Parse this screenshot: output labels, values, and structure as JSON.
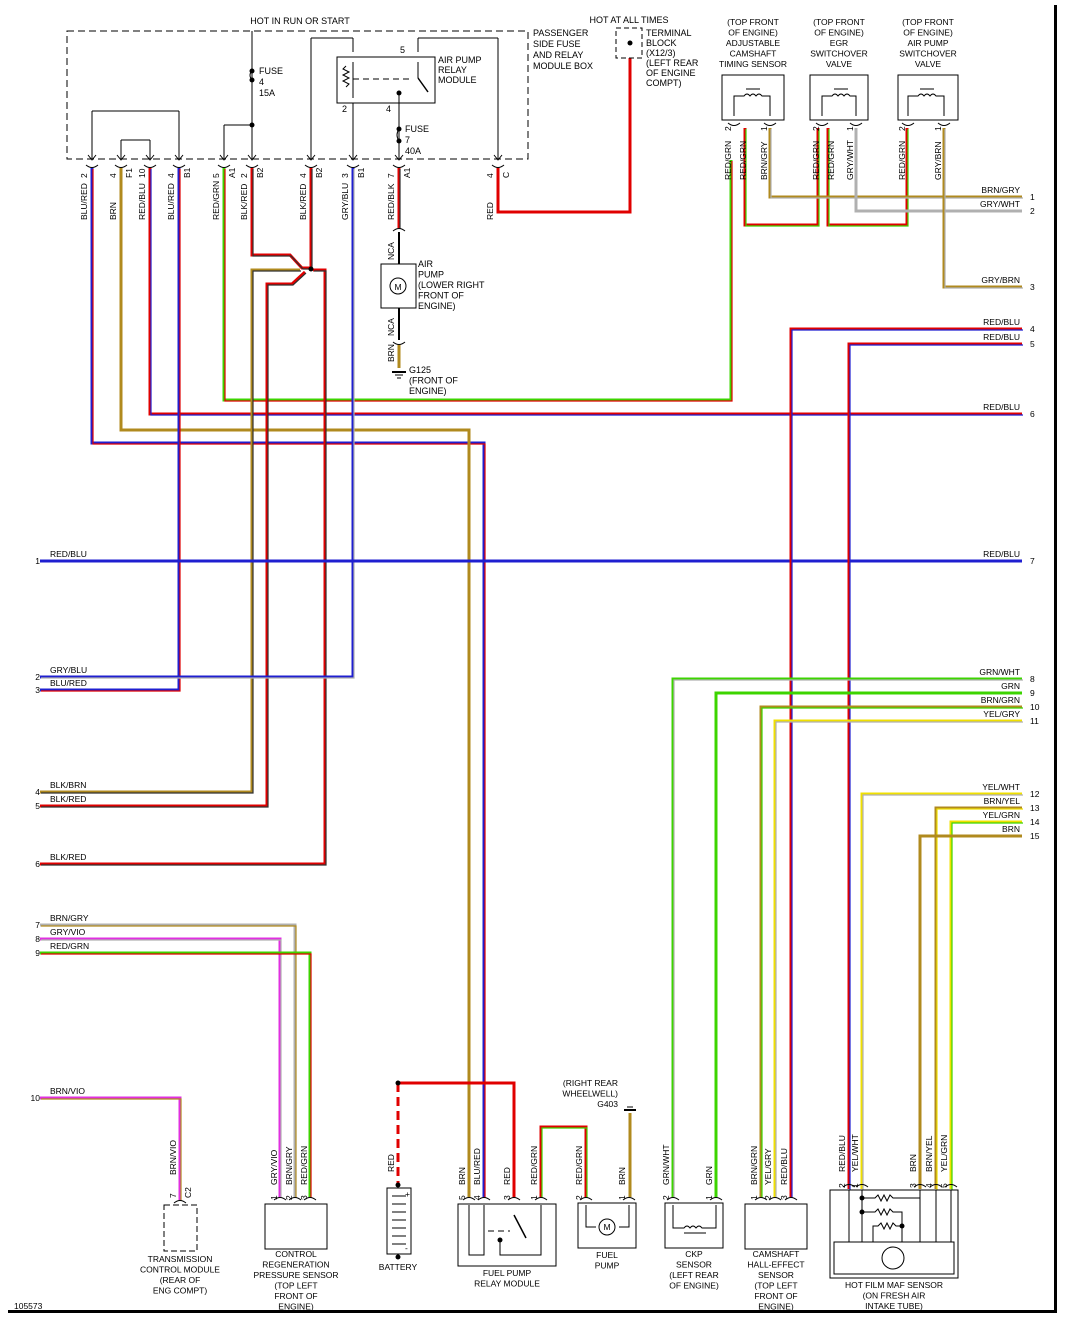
{
  "diagram_id": "105573",
  "colors": {
    "red": "#e00000",
    "blue": "#1f1fd0",
    "green": "#3cd400",
    "brown": "#b08a1e",
    "gray": "#b0b0b0",
    "violet": "#e030e0",
    "yellow": "#f0e000",
    "black": "#303030"
  },
  "top": {
    "hot_run_start": "HOT IN RUN OR START",
    "hot_all_times": "HOT AT ALL TIMES",
    "fuse_box": [
      "PASSENGER",
      "SIDE FUSE",
      "AND RELAY",
      "MODULE BOX"
    ],
    "terminal_block": [
      "TERMINAL",
      "BLOCK",
      "(X12/3)",
      "(LEFT REAR",
      "OF ENGINE",
      "COMPT)"
    ],
    "fuse4": [
      "FUSE",
      "4",
      "15A"
    ],
    "fuse7": [
      "FUSE",
      "7",
      "40A"
    ],
    "air_pump_relay": [
      "AIR PUMP",
      "RELAY",
      "MODULE"
    ],
    "relay_pin_5": "5",
    "relay_pin_2": "2",
    "relay_pin_4": "4",
    "air_pump": [
      "AIR",
      "PUMP",
      "(LOWER RIGHT",
      "FRONT OF",
      "ENGINE)"
    ],
    "motor_symbol": "M",
    "nca": "NCA",
    "brn": "BRN",
    "ground_g125": [
      "G125",
      "(FRONT OF",
      "ENGINE)"
    ]
  },
  "fuse_box_connectors": [
    {
      "pin": "2",
      "conn": "",
      "wire": "BLU/RED"
    },
    {
      "pin": "4",
      "conn": "F1",
      "wire": "BRN"
    },
    {
      "pin": "10",
      "conn": "",
      "wire": "RED/BLU"
    },
    {
      "pin": "4",
      "conn": "B1",
      "wire": "BLU/RED"
    },
    {
      "pin": "5",
      "conn": "A1",
      "wire": "RED/GRN"
    },
    {
      "pin": "2",
      "conn": "B2",
      "wire": "BLK/RED"
    },
    {
      "pin": "4",
      "conn": "B2",
      "wire": "BLK/RED"
    },
    {
      "pin": "3",
      "conn": "B1",
      "wire": "GRY/BLU"
    },
    {
      "pin": "7",
      "conn": "A1",
      "wire": "RED/BLK"
    },
    {
      "pin": "4",
      "conn": "C",
      "wire": "RED"
    }
  ],
  "top_components": [
    {
      "name": [
        "(TOP FRONT",
        "OF ENGINE)",
        "ADJUSTABLE",
        "CAMSHAFT",
        "TIMING SENSOR"
      ],
      "pins": [
        {
          "pin": "2",
          "wires": [
            "RED/GRN",
            "RED/GRN"
          ]
        },
        {
          "pin": "1",
          "wires": [
            "BRN/GRY"
          ]
        }
      ]
    },
    {
      "name": [
        "(TOP FRONT",
        "OF ENGINE)",
        "EGR",
        "SWITCHOVER",
        "VALVE"
      ],
      "pins": [
        {
          "pin": "2",
          "wires": [
            "RED/GRN",
            "RED/GRN"
          ]
        },
        {
          "pin": "1",
          "wires": [
            "GRY/WHT"
          ]
        }
      ]
    },
    {
      "name": [
        "(TOP FRONT",
        "OF ENGINE)",
        "AIR PUMP",
        "SWITCHOVER",
        "VALVE"
      ],
      "pins": [
        {
          "pin": "2",
          "wires": [
            "RED/GRN"
          ]
        },
        {
          "pin": "1",
          "wires": [
            "GRY/BRN"
          ]
        }
      ]
    }
  ],
  "right_refs": [
    {
      "num": "1",
      "wire": "BRN/GRY"
    },
    {
      "num": "2",
      "wire": "GRY/WHT"
    },
    {
      "num": "3",
      "wire": "GRY/BRN"
    },
    {
      "num": "4",
      "wire": "RED/BLU"
    },
    {
      "num": "5",
      "wire": "RED/BLU"
    },
    {
      "num": "6",
      "wire": "RED/BLU"
    },
    {
      "num": "7",
      "wire": "RED/BLU"
    },
    {
      "num": "8",
      "wire": "GRN/WHT"
    },
    {
      "num": "9",
      "wire": "GRN"
    },
    {
      "num": "10",
      "wire": "BRN/GRN"
    },
    {
      "num": "11",
      "wire": "YEL/GRY"
    },
    {
      "num": "12",
      "wire": "YEL/WHT"
    },
    {
      "num": "13",
      "wire": "BRN/YEL"
    },
    {
      "num": "14",
      "wire": "YEL/GRN"
    },
    {
      "num": "15",
      "wire": "BRN"
    }
  ],
  "left_refs": [
    {
      "num": "1",
      "wire": "RED/BLU"
    },
    {
      "num": "2",
      "wire": "GRY/BLU"
    },
    {
      "num": "3",
      "wire": "BLU/RED"
    },
    {
      "num": "4",
      "wire": "BLK/BRN"
    },
    {
      "num": "5",
      "wire": "BLK/RED"
    },
    {
      "num": "6",
      "wire": "BLK/RED"
    },
    {
      "num": "7",
      "wire": "BRN/GRY"
    },
    {
      "num": "8",
      "wire": "GRY/VIO"
    },
    {
      "num": "9",
      "wire": "RED/GRN"
    },
    {
      "num": "10",
      "wire": "BRN/VIO"
    }
  ],
  "bottom_components": {
    "tcm": {
      "name": [
        "TRANSMISSION",
        "CONTROL MODULE",
        "(REAR OF",
        "ENG COMPT)"
      ],
      "pin": "7",
      "conn": "C2",
      "wire": "BRN/VIO"
    },
    "crps": {
      "name": [
        "CONTROL",
        "REGENERATION",
        "PRESSURE SENSOR",
        "(TOP LEFT",
        "FRONT OF",
        "ENGINE)"
      ],
      "pins": [
        {
          "pin": "1",
          "wire": "GRY/VIO"
        },
        {
          "pin": "2",
          "wire": "BRN/GRY"
        },
        {
          "pin": "3",
          "wire": "RED/GRN"
        }
      ]
    },
    "battery": {
      "name": "BATTERY",
      "wire": "RED",
      "plus": "+",
      "minus": "-"
    },
    "fprm": {
      "name": [
        "FUEL PUMP",
        "RELAY MODULE"
      ],
      "pins": [
        {
          "pin": "5",
          "wire": "BRN"
        },
        {
          "pin": "4",
          "wire": "BLU/RED"
        },
        {
          "pin": "3",
          "wire": "RED"
        },
        {
          "pin": "1",
          "wire": "RED/GRN"
        }
      ]
    },
    "fuel_pump": {
      "name": [
        "FUEL",
        "PUMP"
      ],
      "pins": [
        {
          "pin": "2",
          "wire": "RED/GRN"
        },
        {
          "pin": "1",
          "wire": "BRN"
        }
      ],
      "ground": [
        "(RIGHT REAR",
        "WHEELWELL)",
        "G403"
      ]
    },
    "ckp": {
      "name": [
        "CKP",
        "SENSOR",
        "(LEFT REAR",
        "OF ENGINE)"
      ],
      "pins": [
        {
          "pin": "2",
          "wire": "GRN/WHT"
        },
        {
          "pin": "1",
          "wire": "GRN"
        }
      ]
    },
    "cam_hall": {
      "name": [
        "CAMSHAFT",
        "HALL-EFFECT",
        "SENSOR",
        "(TOP LEFT",
        "FRONT OF",
        "ENGINE)"
      ],
      "pins": [
        {
          "pin": "1",
          "wire": "BRN/GRN"
        },
        {
          "pin": "2",
          "wire": "YEL/GRY"
        },
        {
          "pin": "3",
          "wire": "RED/BLU"
        }
      ]
    },
    "maf": {
      "name": [
        "HOT FILM MAF SENSOR",
        "(ON FRESH AIR",
        "INTAKE TUBE)"
      ],
      "pins": [
        {
          "pin": "2",
          "wire": "RED/BLU"
        },
        {
          "pin": "1",
          "wire": "YEL/WHT"
        },
        {
          "pin": "3",
          "wire": "BRN"
        },
        {
          "pin": "4",
          "wire": "BRN/YEL"
        },
        {
          "pin": "5",
          "wire": "YEL/GRN"
        }
      ]
    }
  }
}
